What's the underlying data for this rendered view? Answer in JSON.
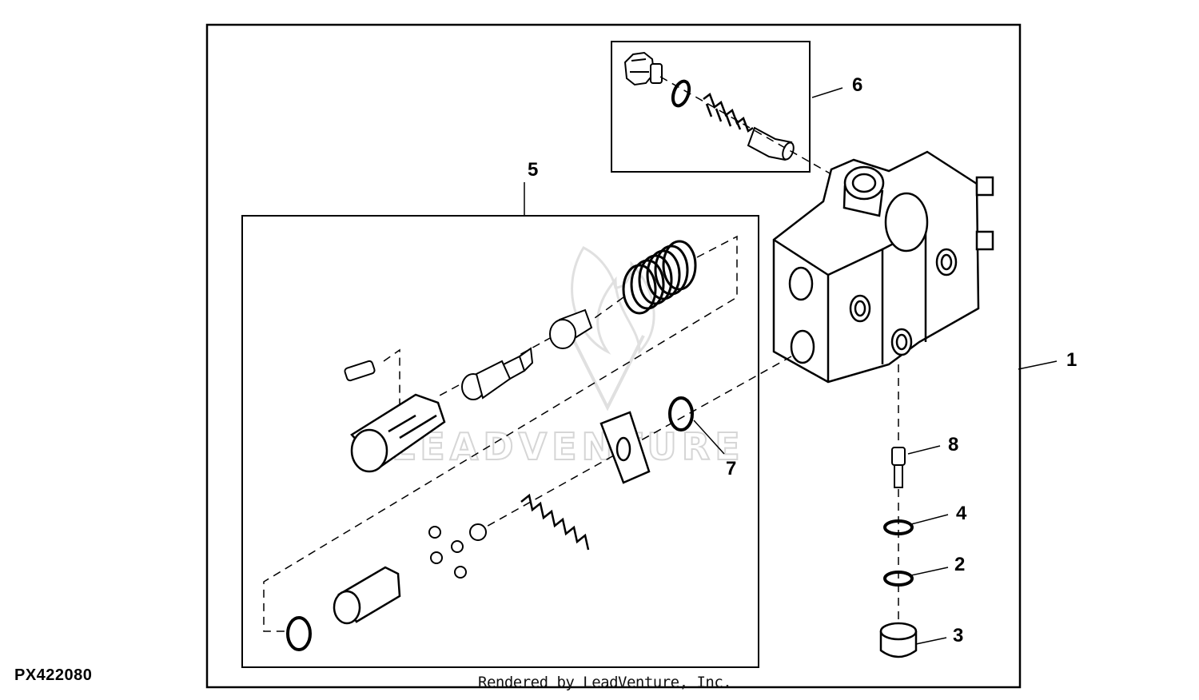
{
  "diagram": {
    "figure_id": "PX422080",
    "credit": "Rendered by LeadVenture, Inc.",
    "watermark": "LEADVENTURE",
    "callouts": [
      {
        "id": "c1",
        "label": "1"
      },
      {
        "id": "c2",
        "label": "2"
      },
      {
        "id": "c3",
        "label": "3"
      },
      {
        "id": "c4",
        "label": "4"
      },
      {
        "id": "c5",
        "label": "5"
      },
      {
        "id": "c6",
        "label": "6"
      },
      {
        "id": "c7",
        "label": "7"
      },
      {
        "id": "c8",
        "label": "8"
      }
    ]
  }
}
